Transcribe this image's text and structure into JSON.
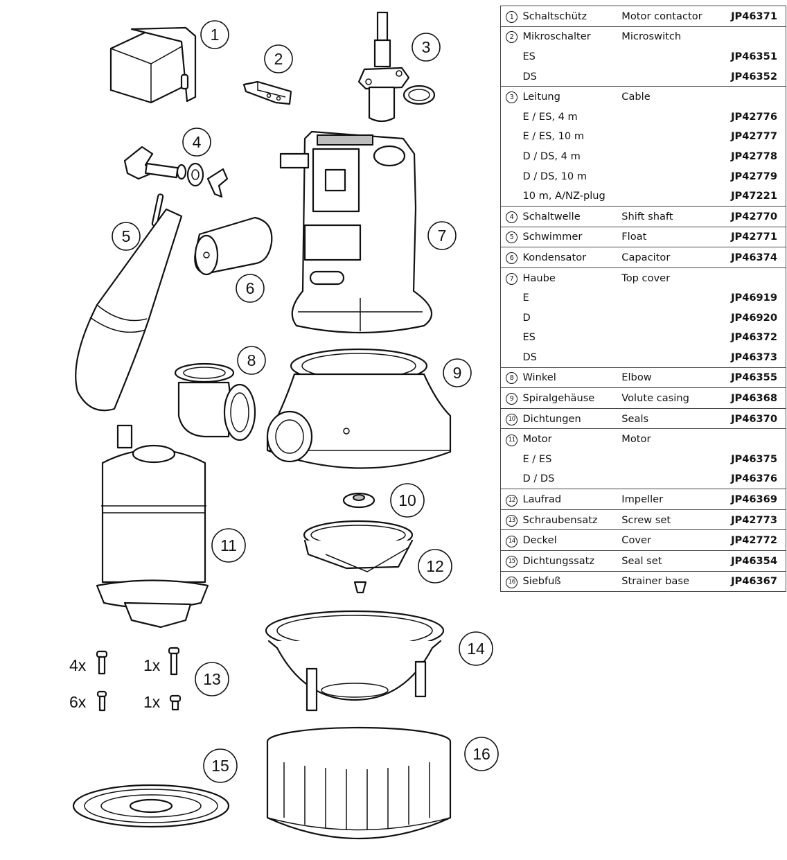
{
  "callouts": [
    "1",
    "2",
    "3",
    "4",
    "5",
    "6",
    "7",
    "8",
    "9",
    "10",
    "11",
    "12",
    "13",
    "14",
    "15",
    "16"
  ],
  "screw_set": [
    {
      "qty": "4x",
      "kind": "long"
    },
    {
      "qty": "1x",
      "kind": "long"
    },
    {
      "qty": "6x",
      "kind": "short"
    },
    {
      "qty": "1x",
      "kind": "short"
    }
  ],
  "parts": [
    {
      "num": "1",
      "rows": [
        {
          "de": "Schaltschütz",
          "en": "Motor contactor",
          "pn": "JP46371"
        }
      ]
    },
    {
      "num": "2",
      "rows": [
        {
          "de": "Mikroschalter",
          "en": "Microswitch",
          "pn": ""
        },
        {
          "de": "ES",
          "en": "",
          "pn": "JP46351"
        },
        {
          "de": "DS",
          "en": "",
          "pn": "JP46352"
        }
      ]
    },
    {
      "num": "3",
      "rows": [
        {
          "de": "Leitung",
          "en": "Cable",
          "pn": ""
        },
        {
          "de": "E / ES, 4 m",
          "en": "",
          "pn": "JP42776"
        },
        {
          "de": "E / ES, 10 m",
          "en": "",
          "pn": "JP42777"
        },
        {
          "de": "D / DS, 4 m",
          "en": "",
          "pn": "JP42778"
        },
        {
          "de": "D / DS, 10 m",
          "en": "",
          "pn": "JP42779"
        },
        {
          "de": "10 m, A/NZ-plug",
          "en": "",
          "pn": "JP47221"
        }
      ]
    },
    {
      "num": "4",
      "rows": [
        {
          "de": "Schaltwelle",
          "en": "Shift shaft",
          "pn": "JP42770"
        }
      ]
    },
    {
      "num": "5",
      "rows": [
        {
          "de": "Schwimmer",
          "en": "Float",
          "pn": "JP42771"
        }
      ]
    },
    {
      "num": "6",
      "rows": [
        {
          "de": "Kondensator",
          "en": "Capacitor",
          "pn": "JP46374"
        }
      ]
    },
    {
      "num": "7",
      "rows": [
        {
          "de": "Haube",
          "en": "Top cover",
          "pn": ""
        },
        {
          "de": "E",
          "en": "",
          "pn": "JP46919"
        },
        {
          "de": "D",
          "en": "",
          "pn": "JP46920"
        },
        {
          "de": "ES",
          "en": "",
          "pn": "JP46372"
        },
        {
          "de": "DS",
          "en": "",
          "pn": "JP46373"
        }
      ]
    },
    {
      "num": "8",
      "rows": [
        {
          "de": "Winkel",
          "en": "Elbow",
          "pn": "JP46355"
        }
      ]
    },
    {
      "num": "9",
      "rows": [
        {
          "de": "Spiralgehäuse",
          "en": "Volute casing",
          "pn": "JP46368"
        }
      ]
    },
    {
      "num": "10",
      "rows": [
        {
          "de": "Dichtungen",
          "en": "Seals",
          "pn": "JP46370"
        }
      ]
    },
    {
      "num": "11",
      "rows": [
        {
          "de": "Motor",
          "en": "Motor",
          "pn": ""
        },
        {
          "de": "E / ES",
          "en": "",
          "pn": "JP46375"
        },
        {
          "de": "D / DS",
          "en": "",
          "pn": "JP46376"
        }
      ]
    },
    {
      "num": "12",
      "rows": [
        {
          "de": "Laufrad",
          "en": "Impeller",
          "pn": "JP46369"
        }
      ]
    },
    {
      "num": "13",
      "rows": [
        {
          "de": "Schraubensatz",
          "en": "Screw set",
          "pn": "JP42773"
        }
      ]
    },
    {
      "num": "14",
      "rows": [
        {
          "de": "Deckel",
          "en": "Cover",
          "pn": "JP42772"
        }
      ]
    },
    {
      "num": "15",
      "rows": [
        {
          "de": "Dichtungssatz",
          "en": "Seal set",
          "pn": "JP46354"
        }
      ]
    },
    {
      "num": "16",
      "rows": [
        {
          "de": "Siebfuß",
          "en": "Strainer base",
          "pn": "JP46367"
        }
      ]
    }
  ]
}
